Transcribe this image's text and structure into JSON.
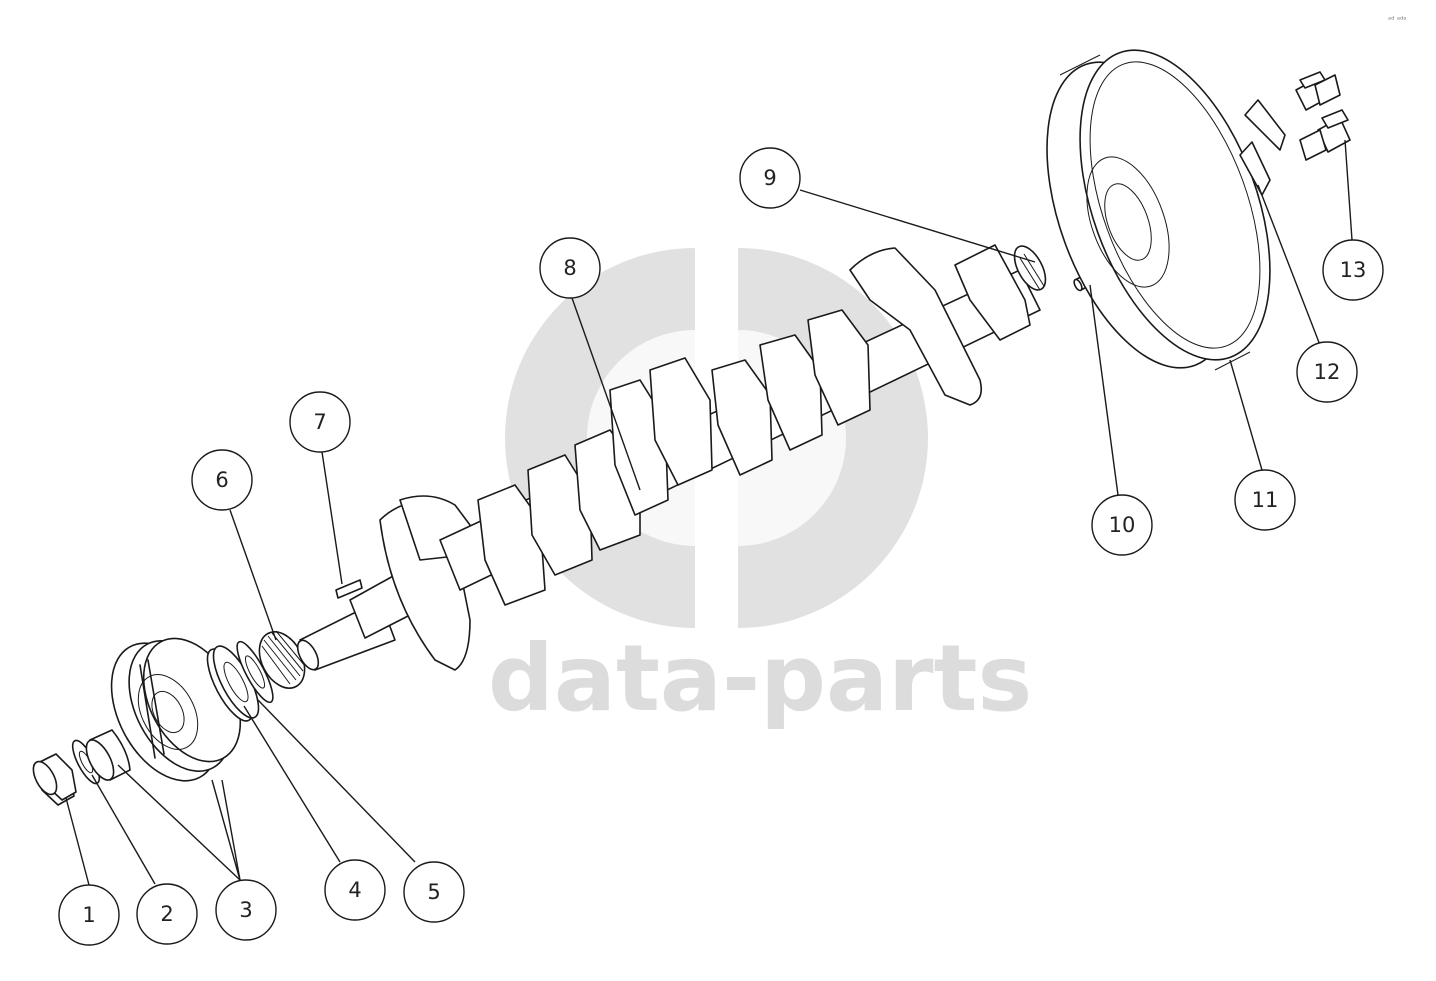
{
  "watermark": {
    "text": "data-parts",
    "color": "#d6d6d6"
  },
  "corner_mark": "ᵃᵈ ᵃᵈᵃ",
  "callouts": [
    {
      "id": "1",
      "label": "1"
    },
    {
      "id": "2",
      "label": "2"
    },
    {
      "id": "3",
      "label": "3"
    },
    {
      "id": "4",
      "label": "4"
    },
    {
      "id": "5",
      "label": "5"
    },
    {
      "id": "6",
      "label": "6"
    },
    {
      "id": "7",
      "label": "7"
    },
    {
      "id": "8",
      "label": "8"
    },
    {
      "id": "9",
      "label": "9"
    },
    {
      "id": "10",
      "label": "10"
    },
    {
      "id": "11",
      "label": "11"
    },
    {
      "id": "12",
      "label": "12"
    },
    {
      "id": "13",
      "label": "13"
    }
  ]
}
